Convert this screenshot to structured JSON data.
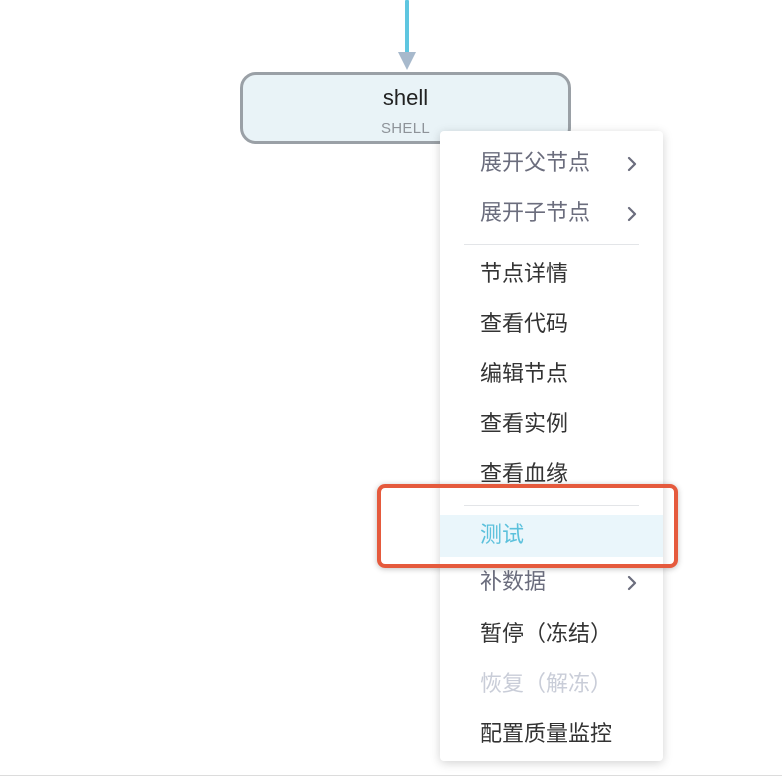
{
  "node": {
    "title": "shell",
    "type": "SHELL"
  },
  "menu": {
    "expand_parent": "展开父节点",
    "expand_child": "展开子节点",
    "node_details": "节点详情",
    "view_code": "查看代码",
    "edit_node": "编辑节点",
    "view_instances": "查看实例",
    "view_lineage": "查看血缘",
    "test": "测试",
    "backfill": "补数据",
    "pause": "暂停（冻结）",
    "resume": "恢复（解冻）",
    "quality_monitor": "配置质量监控"
  },
  "icons": {
    "submenu": "chevron-right-icon"
  },
  "colors": {
    "connector": "#5ec6e0",
    "arrow": "#a7b9cc",
    "node_fill": "#e9f3f7",
    "node_border": "#9aa0a6",
    "active_text": "#5cc1dc",
    "active_bg": "#eaf6fb",
    "disabled_text": "#c9cdd8",
    "highlight": "#e55a3d"
  }
}
